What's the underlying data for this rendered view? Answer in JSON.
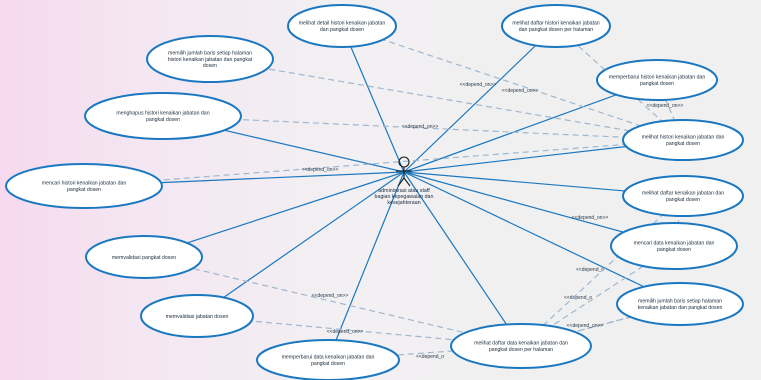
{
  "diagram": {
    "actor": {
      "lines": [
        "administrasi atau staff",
        "bagian kepegawaian dan",
        "kesejahteraan"
      ]
    },
    "use_cases": [
      {
        "id": "uc1",
        "lines": [
          "melihat detail histori kenaikan jabatan",
          "dan pangkat dosen"
        ]
      },
      {
        "id": "uc2",
        "lines": [
          "melihat daftar histori kenaikan jabatan",
          "dan pangkat dosen per halaman"
        ]
      },
      {
        "id": "uc3",
        "lines": [
          "memilih jumlah baris setiap halaman",
          "histori kenaikan jabatan dan pangkat",
          "dosen"
        ]
      },
      {
        "id": "uc4",
        "lines": [
          "memperbarui histori kenaikan jabatan dan",
          "pangkat dosen"
        ]
      },
      {
        "id": "uc5",
        "lines": [
          "menghapus histori kenaikan jabatan dan",
          "pangkat dosen"
        ]
      },
      {
        "id": "uc6",
        "lines": [
          "melihat histori kenaikan jabatan dan",
          "pangkat dosen"
        ]
      },
      {
        "id": "uc7",
        "lines": [
          "mencari histori kenaikan jabatan dan",
          "pangkat dosen"
        ]
      },
      {
        "id": "uc8",
        "lines": [
          "melihat daftar kenaikan jabatan dan",
          "pangkat dosen"
        ]
      },
      {
        "id": "uc9",
        "lines": [
          "mencari data kenaikan jabatan dan",
          "pangkat dosen"
        ]
      },
      {
        "id": "uc10",
        "lines": [
          "memvalidasi pangkat dosen"
        ]
      },
      {
        "id": "uc11",
        "lines": [
          "memilih jumlah baris setiap halaman",
          "kenaikan jabatan dan pangkat dosen"
        ]
      },
      {
        "id": "uc12",
        "lines": [
          "memvalidasi jabatan dosen"
        ]
      },
      {
        "id": "uc13",
        "lines": [
          "melihat daftar data kenaikan jabatan dan",
          "pangkat dosen per halaman"
        ]
      },
      {
        "id": "uc14",
        "lines": [
          "memperbarui data kenaikan jabatan dan",
          "pangkat dosen"
        ]
      }
    ],
    "dependency_label": "<<depend_on>>",
    "dependency_label_short": "<<depend_o"
  }
}
